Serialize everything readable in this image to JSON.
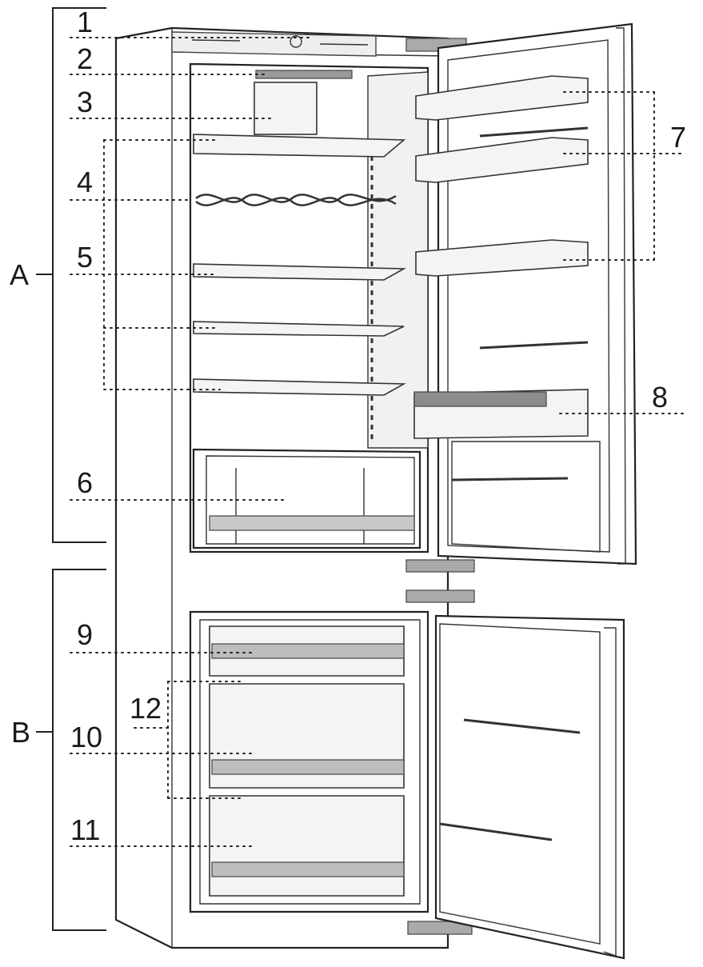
{
  "labels": {
    "n1": "1",
    "n2": "2",
    "n3": "3",
    "n4": "4",
    "n5": "5",
    "n6": "6",
    "n7": "7",
    "n8": "8",
    "n9": "9",
    "n10": "10",
    "n11": "11",
    "n12": "12",
    "zone_a": "A",
    "zone_b": "B"
  },
  "colors": {
    "line": "#222222",
    "shelf_fill": "#f4f4f4",
    "handle_grey": "#9a9a9a"
  }
}
